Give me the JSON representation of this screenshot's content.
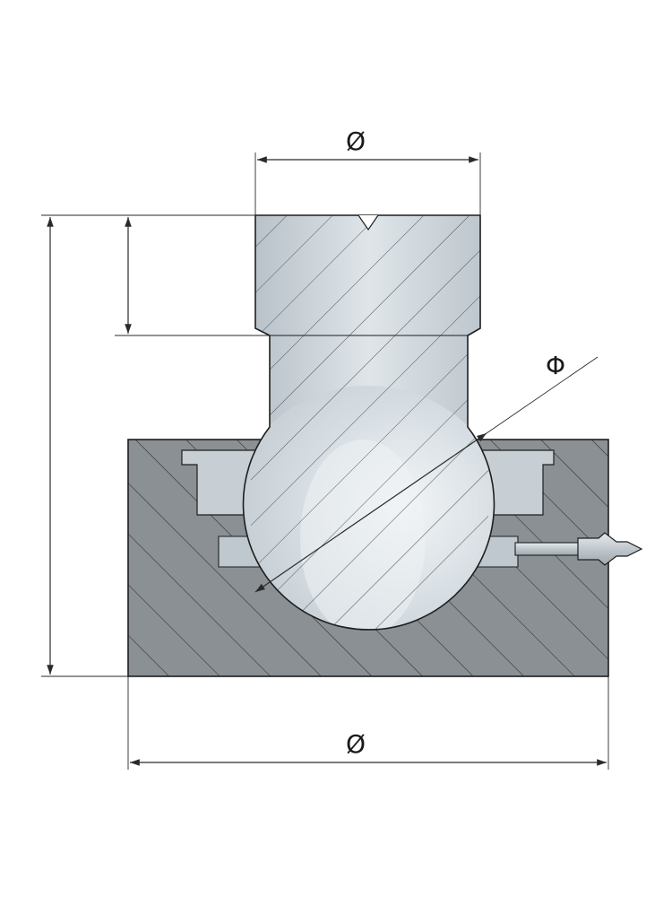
{
  "labels": {
    "top_diameter": "Ø",
    "ball_diameter": "Φ",
    "bottom_diameter": "Ø"
  },
  "colors": {
    "housing_fill": "#8a8f93",
    "ball_fill": "#cdd6dc",
    "ball_highlight": "#eef2f4",
    "pin_fill": "#c6ced4",
    "line": "#1e1e1e"
  }
}
